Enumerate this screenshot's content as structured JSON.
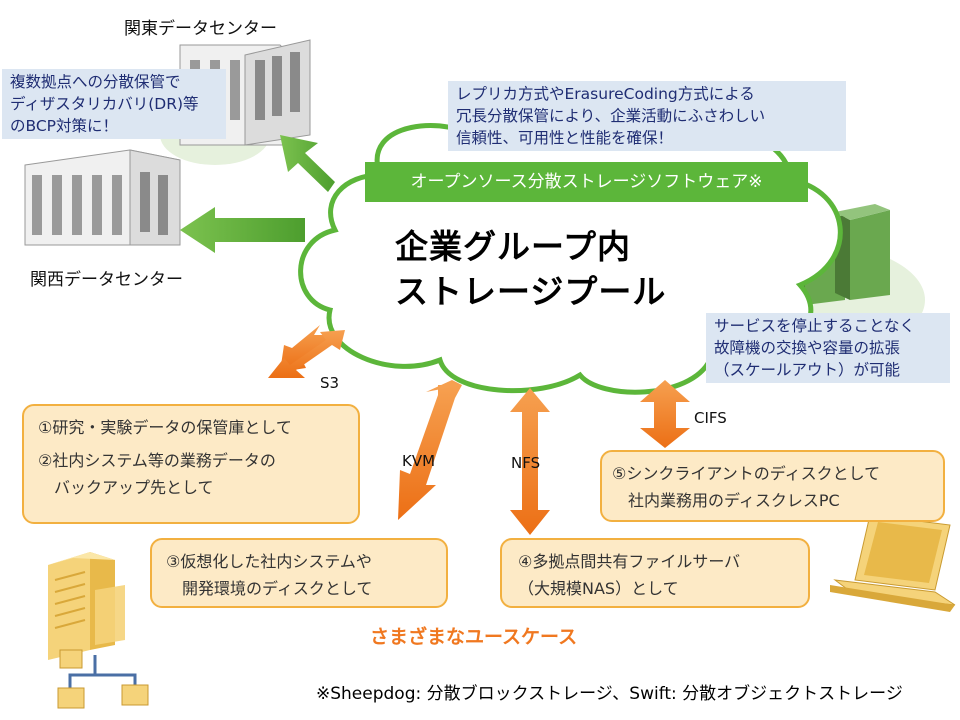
{
  "datacenters": {
    "east": "関東データセンター",
    "west": "関西データセンター"
  },
  "notes": {
    "dr": [
      "複数拠点への分散保管で",
      "ディザスタリカバリ(DR)等",
      "のBCP対策に！"
    ],
    "replica": [
      "レプリカ方式やErasureCoding方式による",
      "冗長分散保管により、企業活動にふさわしい",
      "信頼性、可用性と性能を確保！"
    ],
    "scaleout": [
      "サービスを停止することなく",
      "故障機の交換や容量の拡張",
      "（スケールアウト）が可能"
    ]
  },
  "cloud": {
    "banner": "オープンソース分散ストレージソフトウェア※",
    "title_line1": "企業グループ内",
    "title_line2": "ストレージプール"
  },
  "protocols": {
    "s3": "S3",
    "kvm": "KVM",
    "nfs": "NFS",
    "cifs": "CIFS"
  },
  "usecases": {
    "box1": [
      "①研究・実験データの保管庫として",
      "②社内システム等の業務データの",
      "　バックアップ先として"
    ],
    "box3": [
      "③仮想化した社内システムや",
      "　開発環境のディスクとして"
    ],
    "box4": [
      "④多拠点間共有ファイルサーバ",
      "（大規模NAS）として"
    ],
    "box5": [
      "⑤シンクライアントのディスクとして",
      "　社内業務用のディスクレスPC"
    ],
    "caption": "さまざまなユースケース"
  },
  "footnote": "※Sheepdog: 分散ブロックストレージ、Swift: 分散オブジェクトストレージ",
  "colors": {
    "green": "#5cb63a",
    "orange": "#f07820",
    "box_fill": "#fdeac6",
    "box_border": "#f2b040",
    "note_fill": "#dce6f2"
  }
}
